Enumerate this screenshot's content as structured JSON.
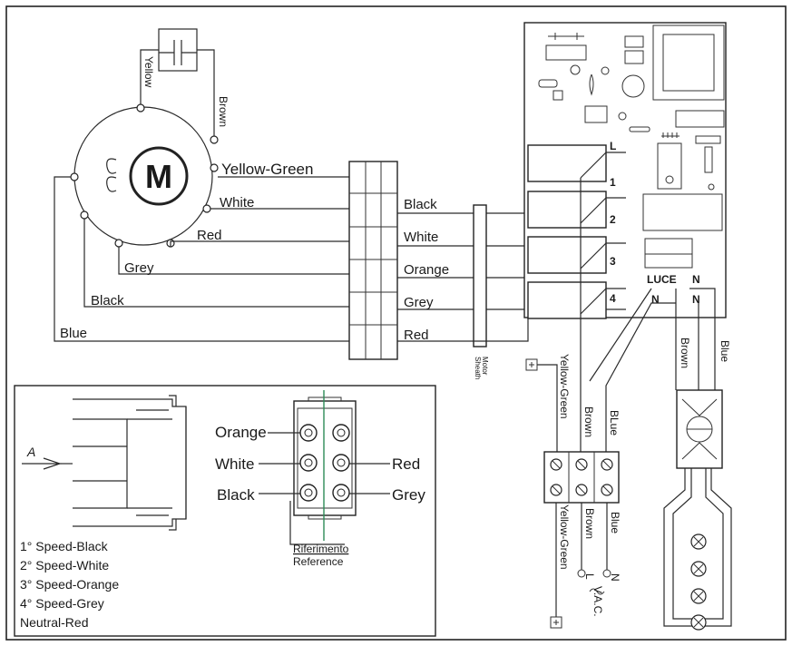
{
  "motor": {
    "symbol": "M",
    "wires": {
      "yellow": "Yellow",
      "brown": "Brown",
      "yellow_green": "Yellow-Green",
      "white": "White",
      "red": "Red",
      "grey": "Grey",
      "black": "Black",
      "blue": "Blue"
    }
  },
  "terminal_right_labels": [
    "Black",
    "White",
    "Orange",
    "Grey",
    "Red"
  ],
  "motor_sheath": [
    "Motor",
    "Sheath"
  ],
  "board": {
    "relay_labels": [
      "L",
      "1",
      "2",
      "3",
      "4"
    ],
    "luce": "LUCE",
    "n1": "N",
    "n2": "N",
    "n3": "N"
  },
  "mains": {
    "yellow_green_top": "Yellow-Green",
    "brown_top": "Brown",
    "blue_top": "BLue",
    "yellow_green_bottom": "Yellow-Green",
    "brown_bottom": "Brown",
    "blue_bottom": "Blue",
    "l": "L",
    "n": "N",
    "vac": "V.A.C."
  },
  "lamp": {
    "brown": "Brown",
    "blue": "Blue"
  },
  "inset": {
    "arrow_label": "A",
    "orange": "Orange",
    "white": "White",
    "black": "Black",
    "red": "Red",
    "grey": "Grey",
    "riferimento": "Riferimento",
    "reference": "Reference",
    "legend": [
      "1° Speed-Black",
      "2° Speed-White",
      "3° Speed-Orange",
      "4° Speed-Grey",
      "Neutral-Red"
    ]
  }
}
